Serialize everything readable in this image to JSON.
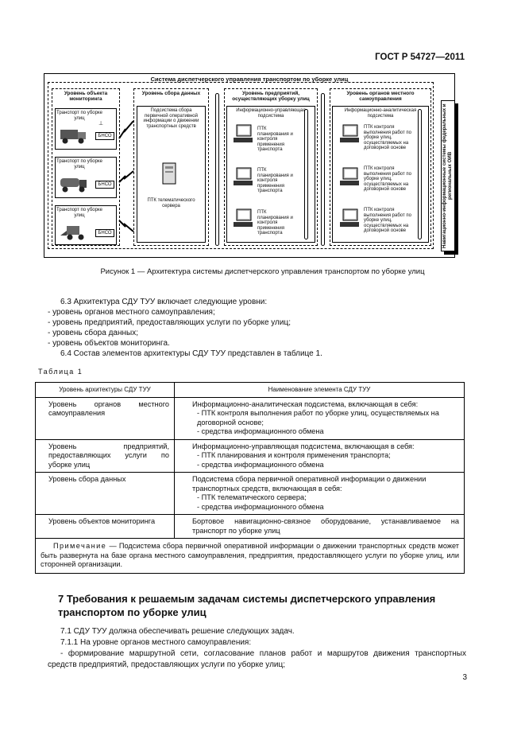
{
  "header": {
    "standard": "ГОСТ Р 54727—2011"
  },
  "figure": {
    "title": "Система диспетчерского управления транспортом по уборке улиц",
    "columns": {
      "monitoring": {
        "title": "Уровень объекта мониторинга"
      },
      "data_collection": {
        "title": "Уровень сбора данных"
      },
      "enterprises": {
        "title": "Уровень предприятий, осуществляющих уборку улиц"
      },
      "local_authorities": {
        "title": "Уровень органов местного самоуправления"
      }
    },
    "vehicle_label": "Транспорт по уборке улиц",
    "bnso_label": "БНСО",
    "collection_subsystem": "Подсистема сбора первичной оперативной информации о движении транспортных средств",
    "telematics_server": "ПТК телематического сервера",
    "info_control_subsystem": "Информационно-управляющая подсистема",
    "ptk_planning": "ПТК планирования и контроля применения транспорта",
    "info_analytic_subsystem": "Информационно-аналитическая подсистема",
    "ptk_control": "ПТК контроля выполнения работ по уборке улиц, осуществляемых на договорной основе",
    "side_system": "Навигационно-информационные системы федеральных и региональных ОИВ",
    "caption": "Рисунок 1 — Архитектура системы диспетчерского управления транспортом по уборке улиц"
  },
  "section_6_3": {
    "intro": "6.3 Архитектура СДУ ТУУ включает следующие уровни:",
    "items": [
      "- уровень органов местного самоуправления;",
      "- уровень предприятий, предоставляющих услуги по уборке улиц;",
      "- уровень сбора данных;",
      "- уровень объектов мониторинга."
    ]
  },
  "section_6_4": "6.4 Состав элементов архитектуры СДУ ТУУ представлен в таблице 1.",
  "table": {
    "label": "Таблица 1",
    "headers": [
      "Уровень архитектуры СДУ ТУУ",
      "Наименование элемента СДУ ТУУ"
    ],
    "rows": [
      {
        "level": "Уровень органов местного самоуправления",
        "lines": [
          "Информационно-аналитическая подсистема, включающая в себя:",
          "- ПТК контроля выполнения работ по уборке улиц, осуществляемых на договорной основе;",
          "- средства информационного обмена"
        ]
      },
      {
        "level": "Уровень предприятий, предоставляющих услуги по уборке улиц",
        "lines": [
          "Информационно-управляющая подсистема, включающая в себя:",
          "- ПТК планирования и контроля применения транспорта;",
          "- средства информационного обмена"
        ]
      },
      {
        "level": "Уровень сбора данных",
        "lines": [
          "Подсистема сбора первичной оперативной информации о движении транспортных средств, включающая в себя:",
          "- ПТК телематического сервера;",
          "- средства информационного обмена"
        ]
      },
      {
        "level": "Уровень объектов мониторинга",
        "lines": [
          "Бортовое навигационно-связное оборудование, устанавливаемое на транспорт по уборке улиц"
        ]
      }
    ],
    "note_label": "Примечание",
    "note_text": " — Подсистема сбора первичной оперативной информации о движении транспортных средств может быть развернута на базе органа местного самоуправления, предприятия, предоставляющего услуги по уборке улиц, или сторонней организации."
  },
  "section_7": {
    "title": "7 Требования к решаемым задачам системы диспетчерского управления транспортом по уборке улиц",
    "p1": "7.1 СДУ ТУУ должна обеспечивать решение следующих задач.",
    "p2": "7.1.1 На уровне органов местного самоуправления:",
    "p3": "- формирование маршрутной сети, согласование планов работ и маршрутов движения транспортных средств предприятий, предоставляющих услуги по уборке улиц;"
  },
  "page_number": "3"
}
